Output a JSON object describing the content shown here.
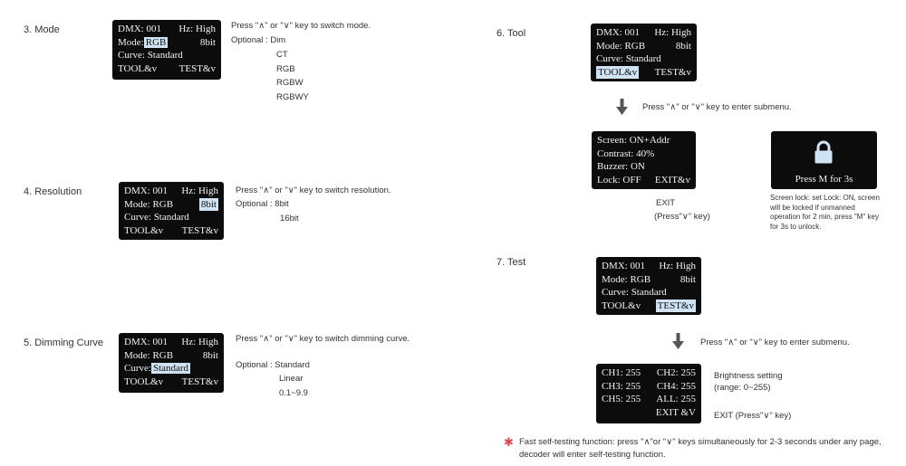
{
  "sections": {
    "mode": {
      "title": "3. Mode",
      "screen": {
        "r1a": "DMX: 001",
        "r1b": "Hz: High",
        "r2a": "Mode:",
        "r2h": "RGB",
        "r2b": "8bit",
        "r3a": "Curve: Standard",
        "r4a": "TOOL&v",
        "r4b": "TEST&v"
      },
      "desc": "Press \"∧\" or \"∨\" key to switch mode.",
      "optional_label": "Optional : Dim",
      "options": [
        "CT",
        "RGB",
        "RGBW",
        "RGBWY"
      ]
    },
    "resolution": {
      "title": "4. Resolution",
      "screen": {
        "r1a": "DMX: 001",
        "r1b": "Hz: High",
        "r2a": "Mode: RGB",
        "r2h": "8bit",
        "r3a": "Curve: Standard",
        "r4a": "TOOL&v",
        "r4b": "TEST&v"
      },
      "desc": "Press \"∧\" or \"∨\" key to switch resolution.",
      "optional_label": "Optional : 8bit",
      "options": [
        "16bit"
      ]
    },
    "dimming": {
      "title": "5. Dimming Curve",
      "screen": {
        "r1a": "DMX: 001",
        "r1b": "Hz: High",
        "r2a": "Mode: RGB",
        "r2b": "8bit",
        "r3a": "Curve:",
        "r3h": "Standard",
        "r4a": "TOOL&v",
        "r4b": "TEST&v"
      },
      "desc": "Press \"∧\" or \"∨\" key to switch dimming curve.",
      "optional_label": "Optional : Standard",
      "options": [
        "Linear",
        "0.1~9.9"
      ]
    },
    "tool": {
      "title": "6. Tool",
      "screen": {
        "r1a": "DMX: 001",
        "r1b": "Hz: High",
        "r2a": "Mode: RGB",
        "r2b": "8bit",
        "r3a": "Curve: Standard",
        "r4h": "TOOL&v",
        "r4b": "TEST&v"
      },
      "enter_text": "Press \"∧\" or \"∨\" key to enter submenu.",
      "sub_screen": {
        "r1": "Screen: ON+Addr",
        "r2": "Contrast: 40%",
        "r3": "Buzzer: ON",
        "r4a": "Lock: OFF",
        "r4b": "EXIT&v"
      },
      "exit_l1": "EXIT",
      "exit_l2": "(Press\"∨\" key)",
      "lock_screen_text": "Press  M  for  3s",
      "lock_note": "Screen lock: set Lock: ON, screen will be locked if unmanned operation for 2 min, press \"M\" key for 3s to unlock."
    },
    "test": {
      "title": "7. Test",
      "screen": {
        "r1a": "DMX: 001",
        "r1b": "Hz: High",
        "r2a": "Mode: RGB",
        "r2b": "8bit",
        "r3a": "Curve: Standard",
        "r4a": "TOOL&v",
        "r4h": "TEST&v"
      },
      "enter_text": "Press \"∧\" or \"∨\" key to enter submenu.",
      "ch_screen": {
        "c1a": "CH1: 255",
        "c1b": "CH2: 255",
        "c2a": "CH3: 255",
        "c2b": "CH4: 255",
        "c3a": "CH5: 255",
        "c3b": "ALL: 255",
        "c4b": "EXIT &V"
      },
      "brightness_l1": "Brightness setting",
      "brightness_l2": "(range: 0~255)",
      "exit_text": "EXIT (Press\"∨\" key)",
      "footnote_star": "✱",
      "footnote": "Fast self-testing function: press \"∧\"or \"∨\" keys simultaneously for 2-3 seconds under any page, decoder will enter self-testing function."
    }
  },
  "colors": {
    "screen_bg": "#0c0c0c",
    "highlight": "#cfe3f4",
    "star": "#e0464b",
    "arrow": "#555555"
  },
  "icons": {
    "arrow": "arrow-down-icon",
    "lock": "lock-icon",
    "star": "asterisk-icon"
  }
}
